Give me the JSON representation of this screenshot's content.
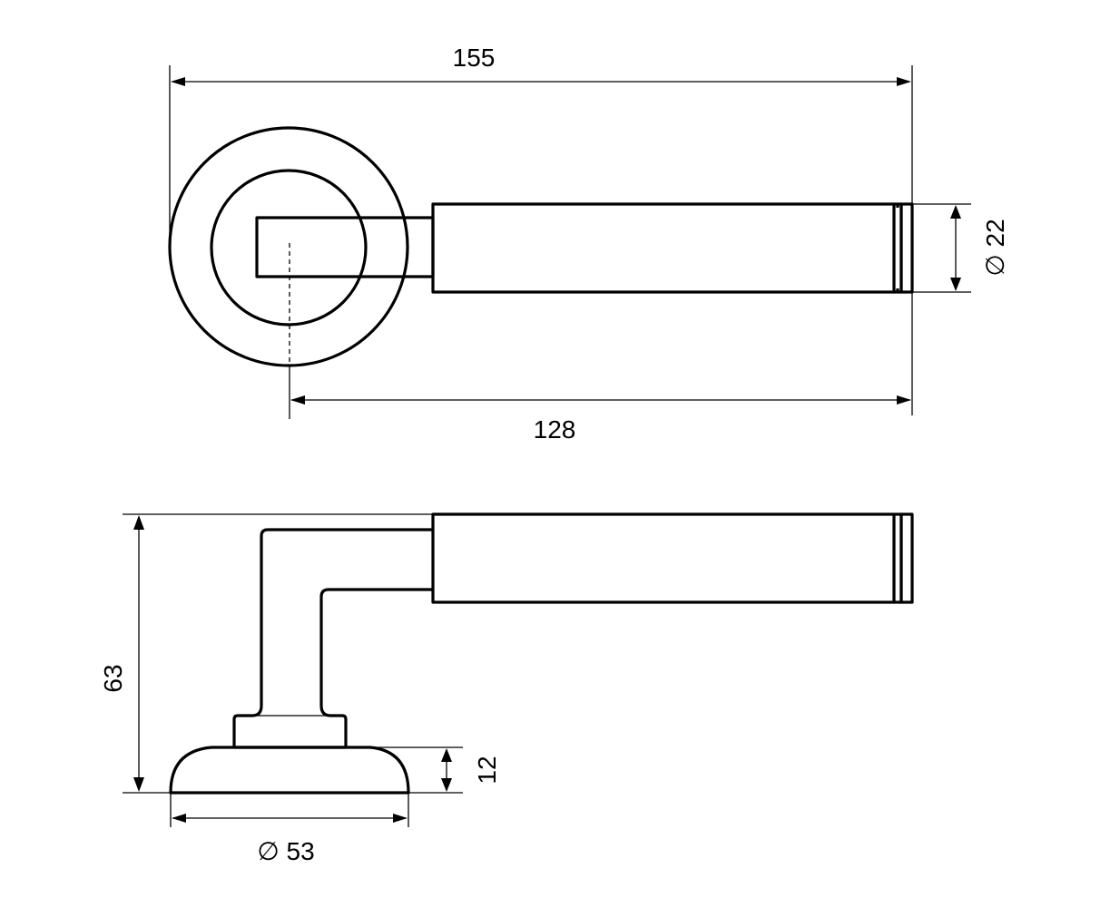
{
  "top_view": {
    "overall_length": "155",
    "handle_length": "128",
    "grip_diameter": "∅ 22"
  },
  "side_view": {
    "overall_height": "63",
    "rose_height": "12",
    "rose_diameter": "∅ 53"
  },
  "colors": {
    "line": "#000000",
    "background": "#ffffff"
  }
}
